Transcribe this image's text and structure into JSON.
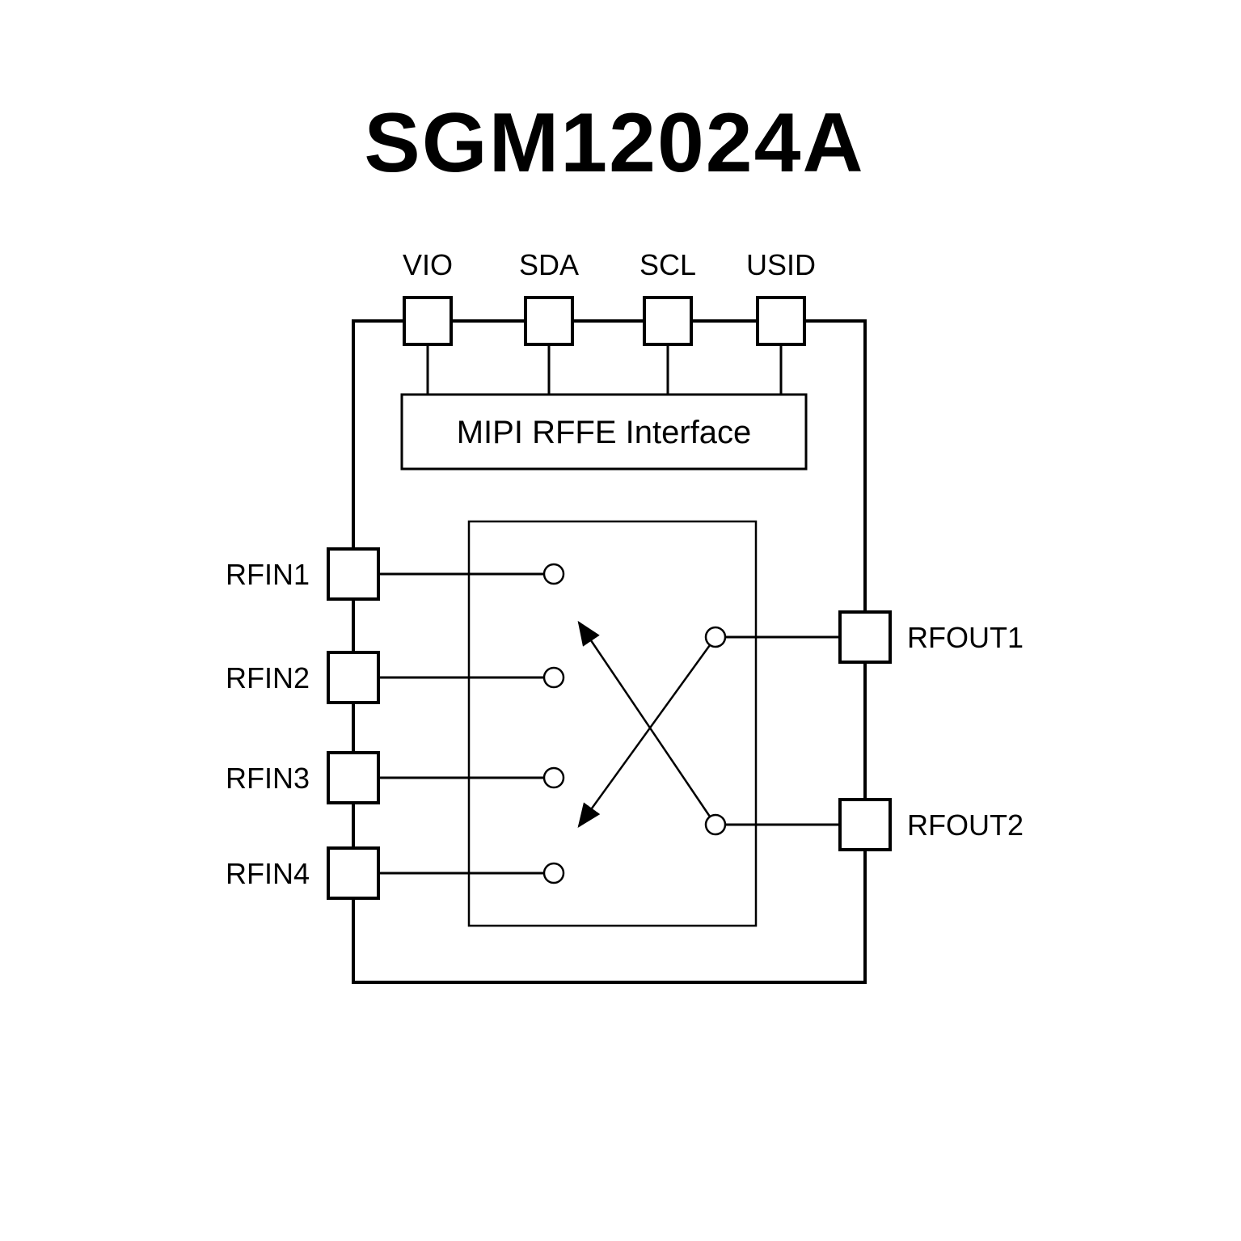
{
  "title": "SGM12024A",
  "diagram": {
    "interface_block": {
      "label": "MIPI RFFE Interface"
    },
    "top_pins": [
      {
        "label": "VIO"
      },
      {
        "label": "SDA"
      },
      {
        "label": "SCL"
      },
      {
        "label": "USID"
      }
    ],
    "left_pins": [
      {
        "label": "RFIN1"
      },
      {
        "label": "RFIN2"
      },
      {
        "label": "RFIN3"
      },
      {
        "label": "RFIN4"
      }
    ],
    "right_pins": [
      {
        "label": "RFOUT1"
      },
      {
        "label": "RFOUT2"
      }
    ],
    "switch": {
      "connections": [
        {
          "from": "RFOUT1",
          "to": "RFIN4"
        },
        {
          "from": "RFOUT2",
          "to": "RFIN1"
        }
      ]
    },
    "colors": {
      "line": "#000000",
      "fill": "#ffffff"
    }
  }
}
